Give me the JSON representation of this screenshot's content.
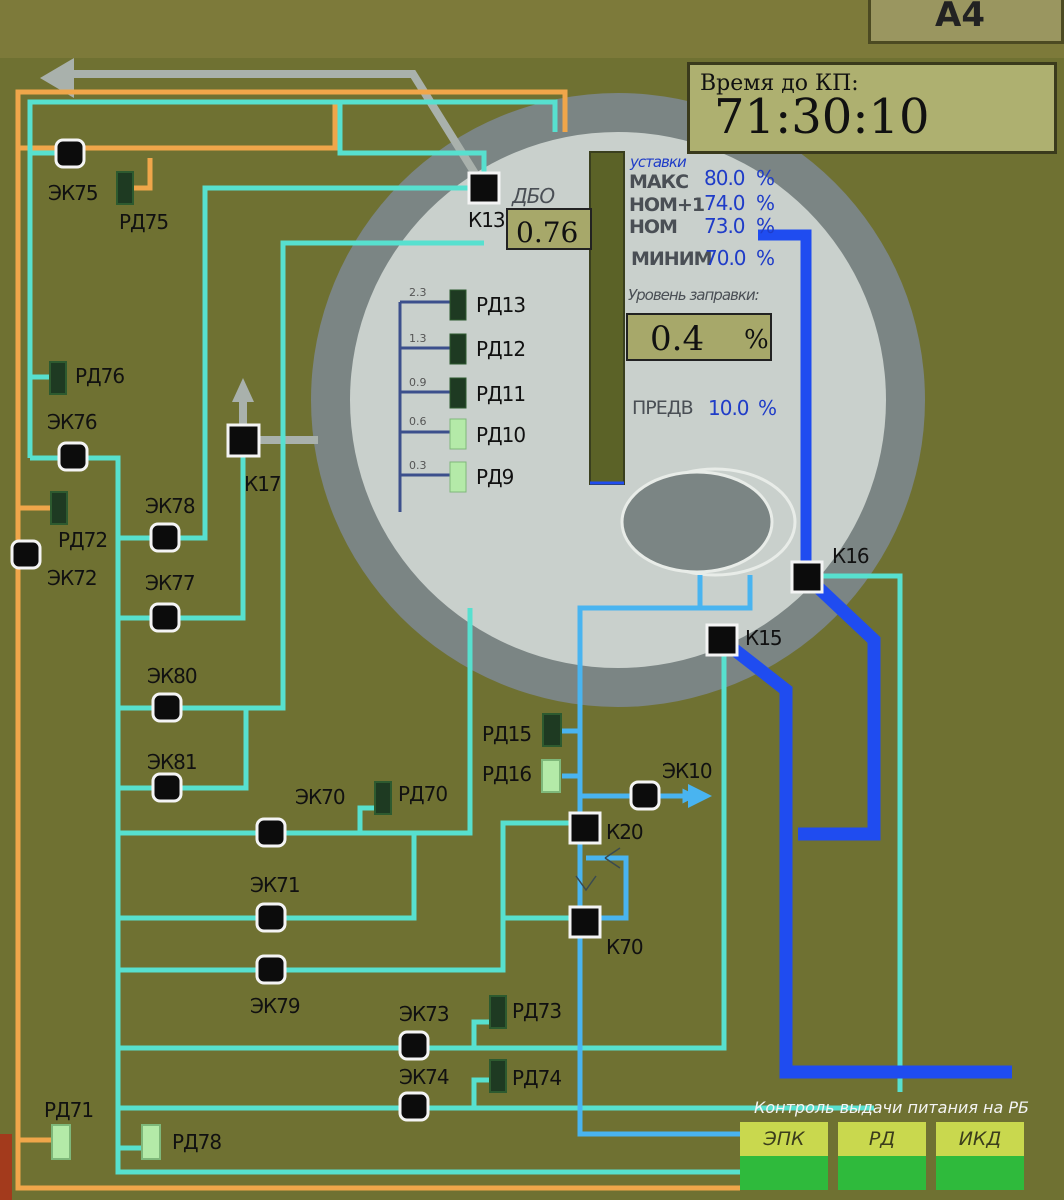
{
  "screen_tab": "А4",
  "timer": {
    "caption": "Время до КП:",
    "value": "71:30:10"
  },
  "dbo": {
    "label": "ДБО",
    "value": "0.76"
  },
  "setpoints": {
    "title": "уставки",
    "rows": [
      {
        "name": "МАКС",
        "value": "80.0",
        "unit": "%"
      },
      {
        "name": "НОМ+1",
        "value": "74.0",
        "unit": "%"
      },
      {
        "name": "НОМ",
        "value": "73.0",
        "unit": "%"
      },
      {
        "name": "МИНИМ",
        "value": "70.0",
        "unit": "%"
      }
    ]
  },
  "fill_level": {
    "title": "Уровень заправки:",
    "value": "0.4",
    "unit": "%",
    "fraction": 0.004
  },
  "pred": {
    "name": "ПРЕДВ",
    "value": "10.0",
    "unit": "%"
  },
  "level_sensors": [
    {
      "tick": "2.3",
      "name": "РД13",
      "active": false
    },
    {
      "tick": "1.3",
      "name": "РД12",
      "active": false
    },
    {
      "tick": "0.9",
      "name": "РД11",
      "active": false
    },
    {
      "tick": "0.6",
      "name": "РД10",
      "active": true
    },
    {
      "tick": "0.3",
      "name": "РД9",
      "active": true
    }
  ],
  "valves": {
    "k13": "К13",
    "k17": "К17",
    "k16": "К16",
    "k15": "К15",
    "k20": "К20",
    "k70": "К70",
    "ek75": "ЭК75",
    "ek76": "ЭК76",
    "ek72": "ЭК72",
    "ek78": "ЭК78",
    "ek77": "ЭК77",
    "ek80": "ЭК80",
    "ek81": "ЭК81",
    "ek70": "ЭК70",
    "ek71": "ЭК71",
    "ek79": "ЭК79",
    "ek73": "ЭК73",
    "ek74": "ЭК74",
    "ek10": "ЭК10"
  },
  "relays": {
    "rd75": "РД75",
    "rd76": "РД76",
    "rd72": "РД72",
    "rd70": "РД70",
    "rd15": "РД15",
    "rd16": "РД16",
    "rd73": "РД73",
    "rd74": "РД74",
    "rd71": "РД71",
    "rd78": "РД78"
  },
  "power_panel": {
    "title": "Контроль выдачи питания на РБ",
    "cells": [
      "ЭПК",
      "РД",
      "ИКД"
    ]
  },
  "colors": {
    "background": "#6f7132",
    "pipe_cyan": "#57e0cf",
    "pipe_lightblue": "#49b4f0",
    "pipe_blue": "#1f4cf0",
    "pipe_orange": "#f0a64a",
    "pipe_grey": "#a9b1ac",
    "tank_outer": "#7b8584",
    "tank_inner": "#c9d0cc",
    "sensor_on": "#b4eaa8",
    "sensor_off": "#1e3a22"
  }
}
